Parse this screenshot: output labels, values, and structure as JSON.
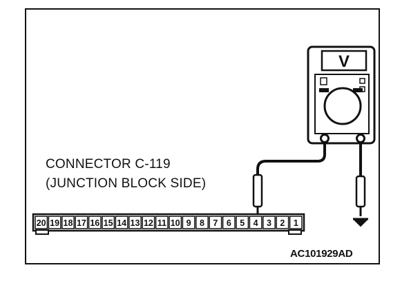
{
  "connector": {
    "title": "CONNECTOR C-119",
    "subtitle": "(JUNCTION BLOCK SIDE)",
    "pins": [
      "20",
      "19",
      "18",
      "17",
      "16",
      "15",
      "14",
      "13",
      "12",
      "11",
      "10",
      "9",
      "8",
      "7",
      "6",
      "5",
      "4",
      "3",
      "2",
      "1"
    ],
    "probed_pin": "4"
  },
  "meter": {
    "mode_symbol": "V"
  },
  "reference_code": "AC101929AD",
  "colors": {
    "line": "#111111",
    "background": "#ffffff"
  }
}
